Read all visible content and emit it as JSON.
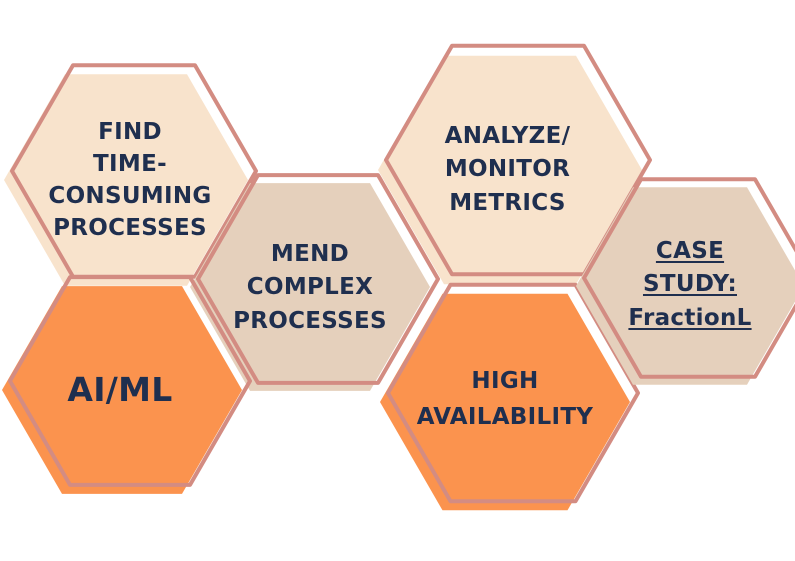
{
  "colors": {
    "cream": "#f8e3cc",
    "tan": "#e5d0bc",
    "orange": "#fb934e",
    "stroke": "#d38c82",
    "text": "#1f2f4f"
  },
  "hexagons": [
    {
      "id": "find",
      "fill": "cream",
      "lines": [
        "FIND",
        "TIME-",
        "CONSUMING",
        "PROCESSES"
      ]
    },
    {
      "id": "mend",
      "fill": "tan",
      "lines": [
        "MEND",
        "COMPLEX",
        "PROCESSES"
      ]
    },
    {
      "id": "aiml",
      "fill": "orange",
      "lines": [
        "AI/ML"
      ]
    },
    {
      "id": "analyze",
      "fill": "cream",
      "lines": [
        "ANALYZE/",
        "MONITOR",
        "METRICS"
      ]
    },
    {
      "id": "high",
      "fill": "orange",
      "lines": [
        "HIGH",
        "AVAILABILITY"
      ]
    },
    {
      "id": "case",
      "fill": "tan",
      "lines": [
        "CASE ",
        "STUDY: ",
        "FractionL "
      ],
      "link": true
    }
  ]
}
